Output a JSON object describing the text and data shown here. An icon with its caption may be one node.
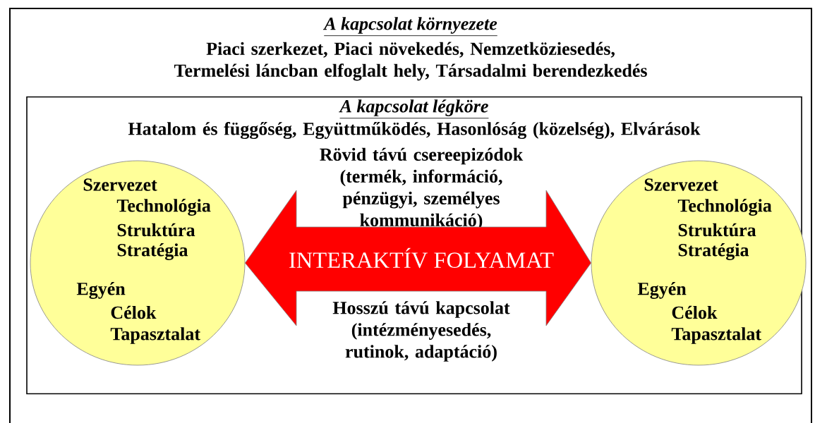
{
  "diagram": {
    "nodes": [
      {
        "text": [
          "A kapcsolat környezete",
          "Piaci szerkezet, Piaci növekedés, Nemzetköziesedés, Termelési láncban elfoglalt hely, Társadalmi berendezkedés"
        ]
      },
      {
        "text": [
          "A kapcsolat légköre",
          "Hatalom és függőség, Együttműködés, Hasonlóság (közelség), Elvárások"
        ],
        "in": 0
      },
      {
        "text": [
          "Szervezet",
          "Technológia",
          "Struktúra",
          "Stratégia",
          "Egyén",
          "Célok",
          "Tapasztalat"
        ],
        "in": 1
      },
      {
        "text": [
          "Rövid távú csereepizódok (termék, információ, pénzügyi, személyes kommunikáció)"
        ],
        "in": 1
      },
      {
        "text": [
          "Hosszú távú kapcsolat (intézményesedés, rutinok, adaptáció)"
        ],
        "in": 1
      },
      {
        "text": [
          "Szervezet",
          "Technológia",
          "Struktúra",
          "Stratégia",
          "Egyén",
          "Célok",
          "Tapasztalat"
        ],
        "in": 1
      }
    ],
    "edges": [
      {
        "from": 2,
        "to": 5,
        "arrow": "both",
        "label": "INTERAKTÍV FOLYAMAT",
        "style": "thick",
        "color": "#ff0000"
      }
    ]
  }
}
